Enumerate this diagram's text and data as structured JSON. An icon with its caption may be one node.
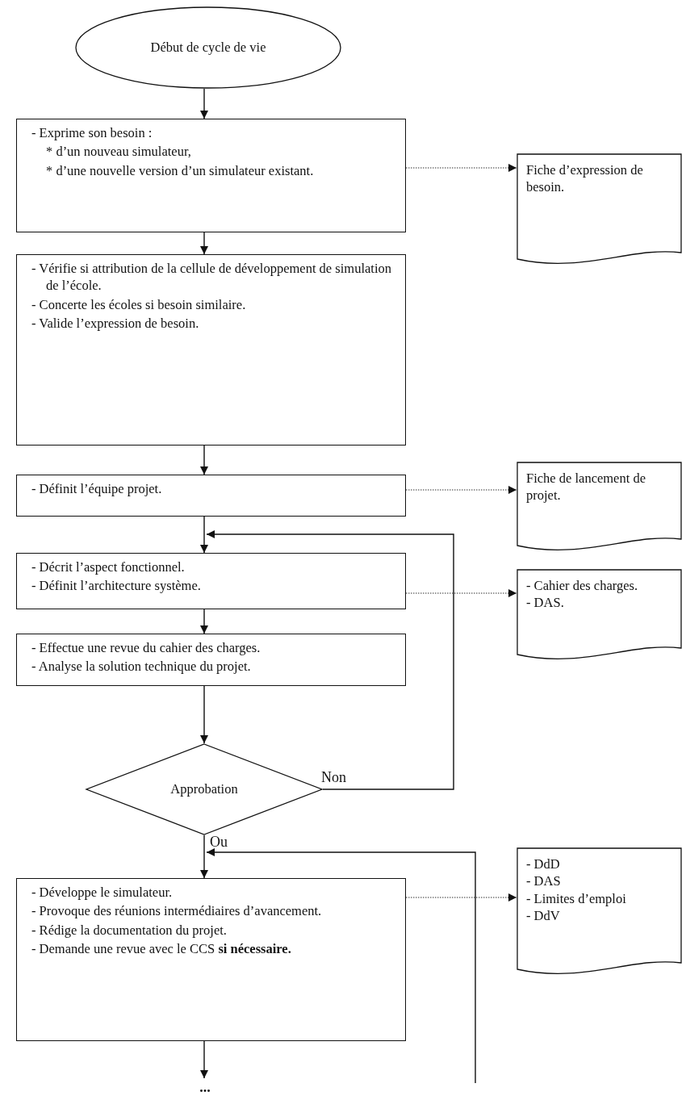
{
  "diagram": {
    "nodes": [
      {
        "text": [
          "Début de cycle de vie"
        ]
      },
      {
        "text": [
          "- Exprime son besoin :",
          "* d’un nouveau simulateur,",
          "* d’une nouvelle version d’un simulateur existant."
        ]
      },
      {
        "text": [
          "Fiche d’expression de besoin."
        ]
      },
      {
        "text": [
          "- Vérifie si attribution de la cellule de développement de simulation de l’école.",
          "- Concerte les écoles si besoin similaire.",
          "- Valide l’expression de besoin."
        ]
      },
      {
        "text": [
          "- Définit l’équipe projet."
        ]
      },
      {
        "text": [
          "Fiche de lancement de projet."
        ]
      },
      {
        "text": [
          "- Décrit l’aspect fonctionnel.",
          "- Définit l’architecture système."
        ]
      },
      {
        "text": [
          "- Cahier des charges.",
          "- DAS."
        ]
      },
      {
        "text": [
          "- Effectue une revue du cahier des charges.",
          "- Analyse la solution technique du projet."
        ]
      },
      {
        "text": [
          "Approbation"
        ]
      },
      {
        "text": [
          "- Développe le simulateur.",
          "- Provoque des réunions intermédiaires d’avancement.",
          "- Rédige la documentation du projet.",
          "- Demande une revue avec le CCS **si nécessaire.**"
        ]
      },
      {
        "text": [
          "- DdD",
          "- DAS",
          "- Limites d’emploi",
          "- DdV"
        ]
      },
      {
        "text": [
          "..."
        ]
      }
    ],
    "edges": [
      {
        "from": 0,
        "to": 1,
        "arrow": "to"
      },
      {
        "from": 1,
        "to": 2,
        "arrow": "to",
        "style": "dashed",
        "color": "#777777"
      },
      {
        "from": 1,
        "to": 3,
        "arrow": "to"
      },
      {
        "from": 3,
        "to": 4,
        "arrow": "to"
      },
      {
        "from": 4,
        "to": 5,
        "arrow": "to",
        "style": "dashed",
        "color": "#777777"
      },
      {
        "from": 4,
        "to": 6,
        "arrow": "to"
      },
      {
        "from": 6,
        "to": 7,
        "arrow": "to",
        "style": "dashed",
        "color": "#777777"
      },
      {
        "from": 6,
        "to": 8,
        "arrow": "to"
      },
      {
        "from": 8,
        "to": 9,
        "arrow": "to"
      },
      {
        "from": 9,
        "to": 6,
        "arrow": "to",
        "label": "Non"
      },
      {
        "from": 9,
        "to": 10,
        "arrow": "to",
        "label": "Ou"
      },
      {
        "from": 10,
        "to": 11,
        "arrow": "to",
        "style": "dashed",
        "color": "#777777"
      },
      {
        "from": null,
        "to": 10,
        "arrow": "to"
      },
      {
        "from": 10,
        "to": 12,
        "arrow": "to"
      }
    ]
  }
}
